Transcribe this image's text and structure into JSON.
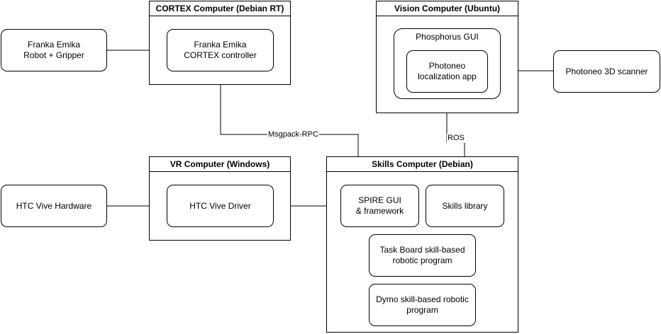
{
  "containers": {
    "cortex": {
      "title": "CORTEX Computer (Debian RT)"
    },
    "vision": {
      "title": "Vision Computer (Ubuntu)"
    },
    "vr": {
      "title": "VR Computer (Windows)"
    },
    "skills": {
      "title": "Skills Computer (Debian)"
    }
  },
  "groups": {
    "phosphorus": {
      "label": "Phosphorus GUI"
    }
  },
  "nodes": {
    "franka_robot": "Franka Emika\nRobot + Gripper",
    "franka_controller": "Franka Emika\nCORTEX controller",
    "photoneo_app": "Photoneo\nlocalization app",
    "photoneo_scanner": "Photoneo 3D scanner",
    "htc_hardware": "HTC Vive Hardware",
    "htc_driver": "HTC Vive Driver",
    "spire_gui": "SPIRE GUI\n& framework",
    "skills_library": "Skills library",
    "taskboard_program": "Task Board skill-based\nrobotic program",
    "dymo_program": "Dymo skill-based robotic\nprogram"
  },
  "edges": {
    "msgpack_label": "Msgpack-RPC",
    "ros_label": "ROS"
  }
}
